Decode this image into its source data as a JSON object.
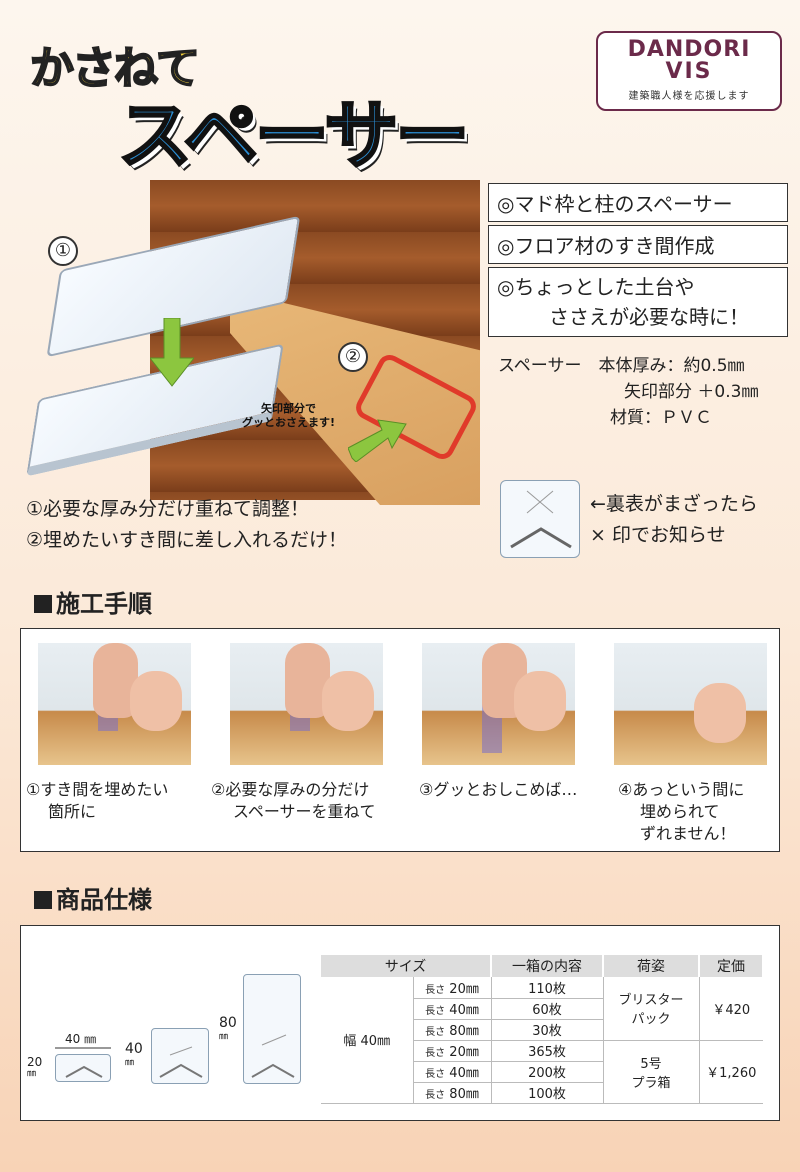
{
  "header": {
    "subtitle": "かさねて",
    "title": "スペーサー",
    "logo_line1": "DANDORI",
    "logo_line2": "VIS",
    "logo_tagline": "建築職人様を応援します"
  },
  "illustration": {
    "num1": "①",
    "num2": "②",
    "callout_line1": "矢印部分で",
    "callout_line2": "グッとおさえます!"
  },
  "features": [
    "◎マド枠と柱のスペーサー",
    "◎フロア材のすき間作成",
    "◎ちょっとした土台や",
    "ささえが必要な時に！"
  ],
  "spec_summary": {
    "label": "スペーサー",
    "line1": "本体厚み：約0.5㎜",
    "line2": "矢印部分 ＋0.3㎜",
    "line3": "材質：ＰＶＣ"
  },
  "usage": [
    "①必要な厚み分だけ重ねて調整！",
    "②埋めたいすき間に差し入れるだけ！"
  ],
  "mark_note": {
    "line1": "←裏表がまざったら",
    "line2": "× 印でお知らせ"
  },
  "steps_section": {
    "title": "施工手順",
    "steps": [
      {
        "line1": "①すき間を埋めたい",
        "line2": "箇所に",
        "line3": ""
      },
      {
        "line1": "②必要な厚みの分だけ",
        "line2": "スペーサーを重ねて",
        "line3": ""
      },
      {
        "line1": "③グッとおしこめば…",
        "line2": "",
        "line3": ""
      },
      {
        "line1": "④あっという間に",
        "line2": "埋められて",
        "line3": "ずれません！"
      }
    ]
  },
  "product_section": {
    "title": "商品仕様",
    "dims": {
      "w40": "40 ㎜",
      "h20": "20",
      "h20u": "㎜",
      "h40": "40",
      "h40u": "㎜",
      "h80": "80",
      "h80u": "㎜"
    },
    "table": {
      "headers": [
        "サイズ",
        "一箱の内容",
        "荷姿",
        "定価"
      ],
      "width": "幅 40㎜",
      "length_prefix": "長さ",
      "rows": [
        {
          "len": "20㎜",
          "qty": "110枚"
        },
        {
          "len": "40㎜",
          "qty": "60枚"
        },
        {
          "len": "80㎜",
          "qty": "30枚"
        },
        {
          "len": "20㎜",
          "qty": "365枚"
        },
        {
          "len": "40㎜",
          "qty": "200枚"
        },
        {
          "len": "80㎜",
          "qty": "100枚"
        }
      ],
      "pack1_line1": "ブリスター",
      "pack1_line2": "パック",
      "price1": "￥420",
      "pack2_line1": "5号",
      "pack2_line2": "プラ箱",
      "price2": "￥1,260"
    }
  },
  "colors": {
    "title_blue": "#2b8fd6",
    "title_yellow": "#f5d23a",
    "logo_purple": "#6b2a4a",
    "accent_red": "#e03a2a",
    "arrow_green": "#8cc63f"
  }
}
